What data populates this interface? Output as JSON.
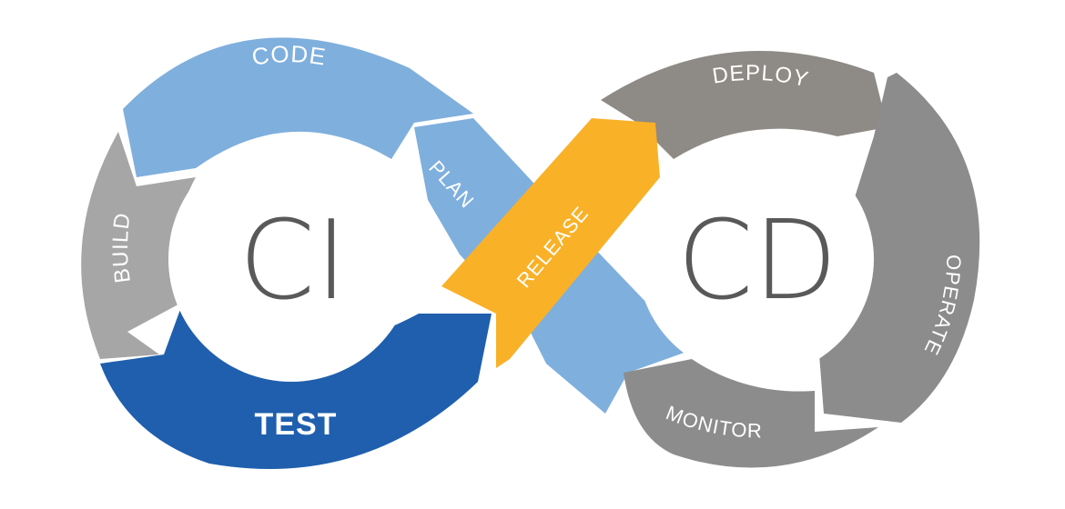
{
  "diagram": {
    "ci_label": "CI",
    "cd_label": "CD",
    "stages": {
      "code": "CODE",
      "plan": "PLAN",
      "build": "BUILD",
      "test": "TEST",
      "release": "RELEASE",
      "deploy": "DEPLOY",
      "operate": "OPERATE",
      "monitor": "MONITOR"
    },
    "colors": {
      "code": "#7fafdd",
      "plan": "#7fafdd",
      "build": "#a6a6a6",
      "test": "#1f5fad",
      "release": "#f9b128",
      "deploy": "#8e8a85",
      "operate": "#8c8c8c",
      "monitor": "#8c8c8c",
      "center_text": "#595959"
    }
  }
}
